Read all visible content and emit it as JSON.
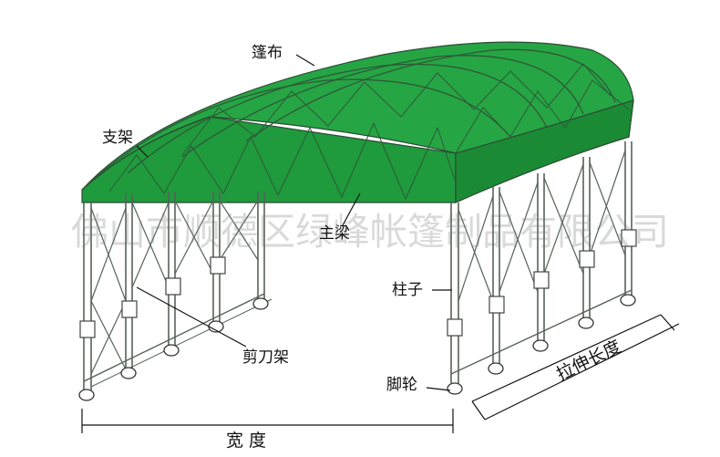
{
  "diagram": {
    "labels": {
      "canvas": "篷布",
      "brace": "支架",
      "main_beam": "主梁",
      "column": "柱子",
      "scissor_frame": "剪刀架",
      "caster": "脚轮"
    },
    "dimensions": {
      "width": "宽  度",
      "extension_length": "拉伸长度"
    },
    "watermark": "佛山市顺德区绿峰帐篷制品有限公司"
  },
  "colors": {
    "canvas_green": "#1f9a3c",
    "frame_line": "#5a6a60",
    "text": "#111111"
  }
}
